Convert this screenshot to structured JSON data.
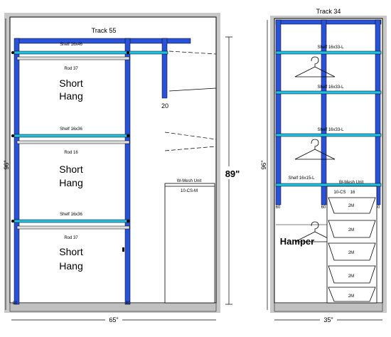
{
  "left_unit": {
    "track": "Track 55",
    "shelf_top": "Shelf 16x46",
    "rod_1": "Rod 37",
    "hang_1a": "Short",
    "hang_1b": "Hang",
    "shelf_mid_1": "Shelf 16x36",
    "rod_2": "Rod 16",
    "hang_2a": "Short",
    "hang_2b": "Hang",
    "shelf_mid_2": "Shelf 16x36",
    "rod_3": "Rod 37",
    "hang_3a": "Short",
    "hang_3b": "Hang",
    "upright_20": "20",
    "basket_unit": "W-Mesh Unit",
    "basket_code": "10-CS-M",
    "height_dim": "89\"",
    "side_dim": "96\"",
    "width_dim": "65\"",
    "foot_left": "80",
    "foot_right": "80"
  },
  "right_unit": {
    "track": "Track 34",
    "shelf_1": "Shelf 16x33-L",
    "shelf_2": "Shelf 16x33-L",
    "shelf_3": "Shelf 16x33-L",
    "shelf_small": "Shelf 16x15-L",
    "basket_unit": "W-Mesh Unit",
    "basket_code": "10-CS",
    "basket_count": "16",
    "basket_label": "2M",
    "upright_left": "60",
    "upright_mid": "60",
    "upright_right": "60",
    "hamper": "Hamper",
    "side_dim": "96\"",
    "width_dim": "35\""
  },
  "colors": {
    "upright": "#2a52d8",
    "shelf": "#22c0e0",
    "wall": "#c8c8c8",
    "floor": "#c0c0c0",
    "line": "#000000"
  }
}
